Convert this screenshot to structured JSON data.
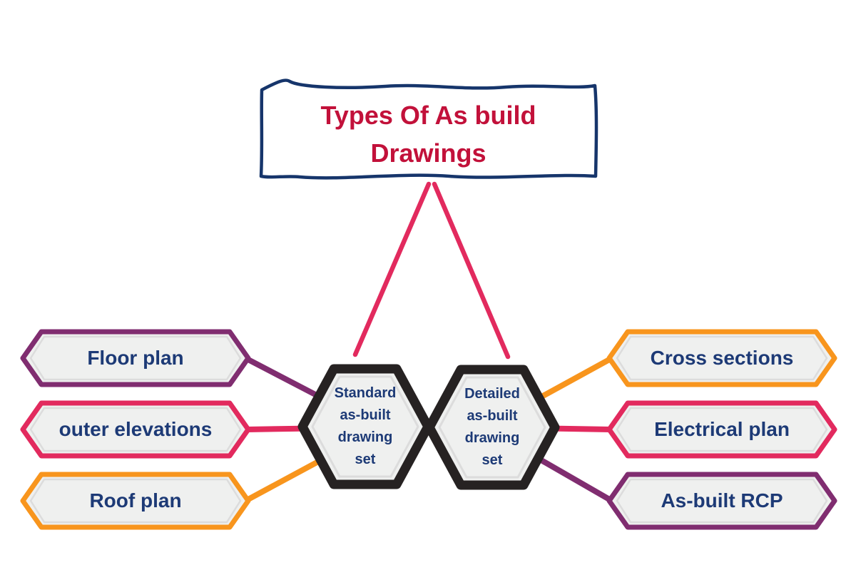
{
  "title": {
    "line1": "Types Of As build",
    "line2": "Drawings"
  },
  "hexagons": [
    {
      "id": "standard",
      "lines": [
        "Standard",
        "as-built",
        "drawing",
        "set"
      ]
    },
    {
      "id": "detailed",
      "lines": [
        "Detailed",
        "as-built",
        "drawing",
        "set"
      ]
    }
  ],
  "left_items": [
    {
      "label": "Floor plan",
      "border_color": "#802d70"
    },
    {
      "label": "outer elevations",
      "border_color": "#e22a5e"
    },
    {
      "label": "Roof plan",
      "border_color": "#f8951d"
    }
  ],
  "right_items": [
    {
      "label": "Cross sections",
      "border_color": "#f8951d"
    },
    {
      "label": "Electrical plan",
      "border_color": "#e22a5e"
    },
    {
      "label": "As-built RCP",
      "border_color": "#802d70"
    }
  ],
  "colors": {
    "navy_border": "#16356b",
    "title_red": "#c2113a",
    "text_navy": "#1d3a76",
    "pink": "#e22a5e",
    "purple": "#802d70",
    "orange": "#f8951d",
    "hex_border": "#262222",
    "node_fill": "#eff0ef",
    "bevel": "#dcdcdc",
    "background": "#ffffff"
  }
}
